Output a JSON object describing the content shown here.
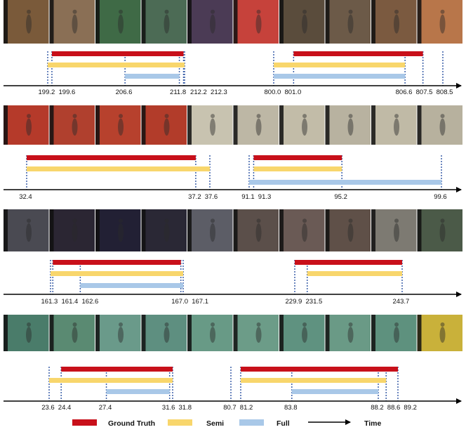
{
  "colors": {
    "ground_truth": "#c8101a",
    "semi": "#f8d66c",
    "full": "#a9c8e8",
    "axis": "#000000",
    "dotted": "#3a5fa8"
  },
  "legend": {
    "ground_truth": "Ground Truth",
    "semi": "Semi",
    "full": "Full",
    "time": "Time"
  },
  "panels": [
    {
      "frame_colors": [
        "#7a5a3a",
        "#8a6f55",
        "#3f6a46",
        "#4c6b55",
        "#4b3b55",
        "#c6423b",
        "#5a4c3c",
        "#6c5a48",
        "#7b5a40",
        "#b8764a"
      ],
      "ground_truth": [
        [
          199.6,
          212.2
        ],
        [
          801.0,
          807.5
        ]
      ],
      "semi": [
        [
          199.2,
          212.3
        ],
        [
          800.0,
          806.6
        ]
      ],
      "full": [
        [
          206.6,
          211.8
        ],
        [
          800.0,
          806.6
        ]
      ],
      "ticks": [
        "199.2",
        "199.6",
        "206.6",
        "211.8",
        "212.2",
        "212.3",
        "800.0",
        "801.0",
        "806.6",
        "807.5",
        "808.5"
      ]
    },
    {
      "frame_colors": [
        "#b53a2a",
        "#b0402e",
        "#b7412d",
        "#b23c2a",
        "#c8c3b0",
        "#bdb7a5",
        "#c2bca8",
        "#b8b2a0",
        "#c0baa6",
        "#b7b19e"
      ],
      "ground_truth": [
        [
          32.4,
          37.2
        ],
        [
          91.3,
          95.2
        ]
      ],
      "semi": [
        [
          32.4,
          37.6
        ],
        [
          91.3,
          95.2
        ]
      ],
      "full": [
        [
          91.1,
          99.6
        ]
      ],
      "ticks": [
        "32.4",
        "37.2",
        "37.6",
        "91.1",
        "91.3",
        "95.2",
        "99.6"
      ]
    },
    {
      "frame_colors": [
        "#4a4a52",
        "#2b2633",
        "#222034",
        "#2a2835",
        "#5c5d66",
        "#5b4f4a",
        "#6a5a55",
        "#5f5048",
        "#7d7a72",
        "#4b5a48"
      ],
      "ground_truth": [
        [
          161.4,
          167.0
        ],
        [
          229.9,
          243.7
        ]
      ],
      "semi": [
        [
          161.3,
          167.1
        ],
        [
          231.5,
          243.7
        ]
      ],
      "full": [
        [
          162.6,
          167.1
        ]
      ],
      "ticks": [
        "161.3",
        "161.4",
        "162.6",
        "167.0",
        "167.1",
        "229.9",
        "231.5",
        "243.7"
      ]
    },
    {
      "frame_colors": [
        "#4a7c6a",
        "#5a8a72",
        "#6a9a8a",
        "#5e8f80",
        "#689a86",
        "#6c9c88",
        "#5f9280",
        "#6a9a86",
        "#5e917e",
        "#c9b13a"
      ],
      "ground_truth": [
        [
          24.4,
          31.8
        ],
        [
          81.2,
          89.2
        ]
      ],
      "semi": [
        [
          23.6,
          31.8
        ],
        [
          81.2,
          88.6
        ]
      ],
      "full": [
        [
          27.4,
          31.6
        ],
        [
          83.8,
          88.2
        ]
      ],
      "ticks": [
        "23.6",
        "24.4",
        "27.4",
        "31.6",
        "31.8",
        "80.7",
        "81.2",
        "83.8",
        "88.2",
        "88.6",
        "89.2"
      ]
    }
  ]
}
